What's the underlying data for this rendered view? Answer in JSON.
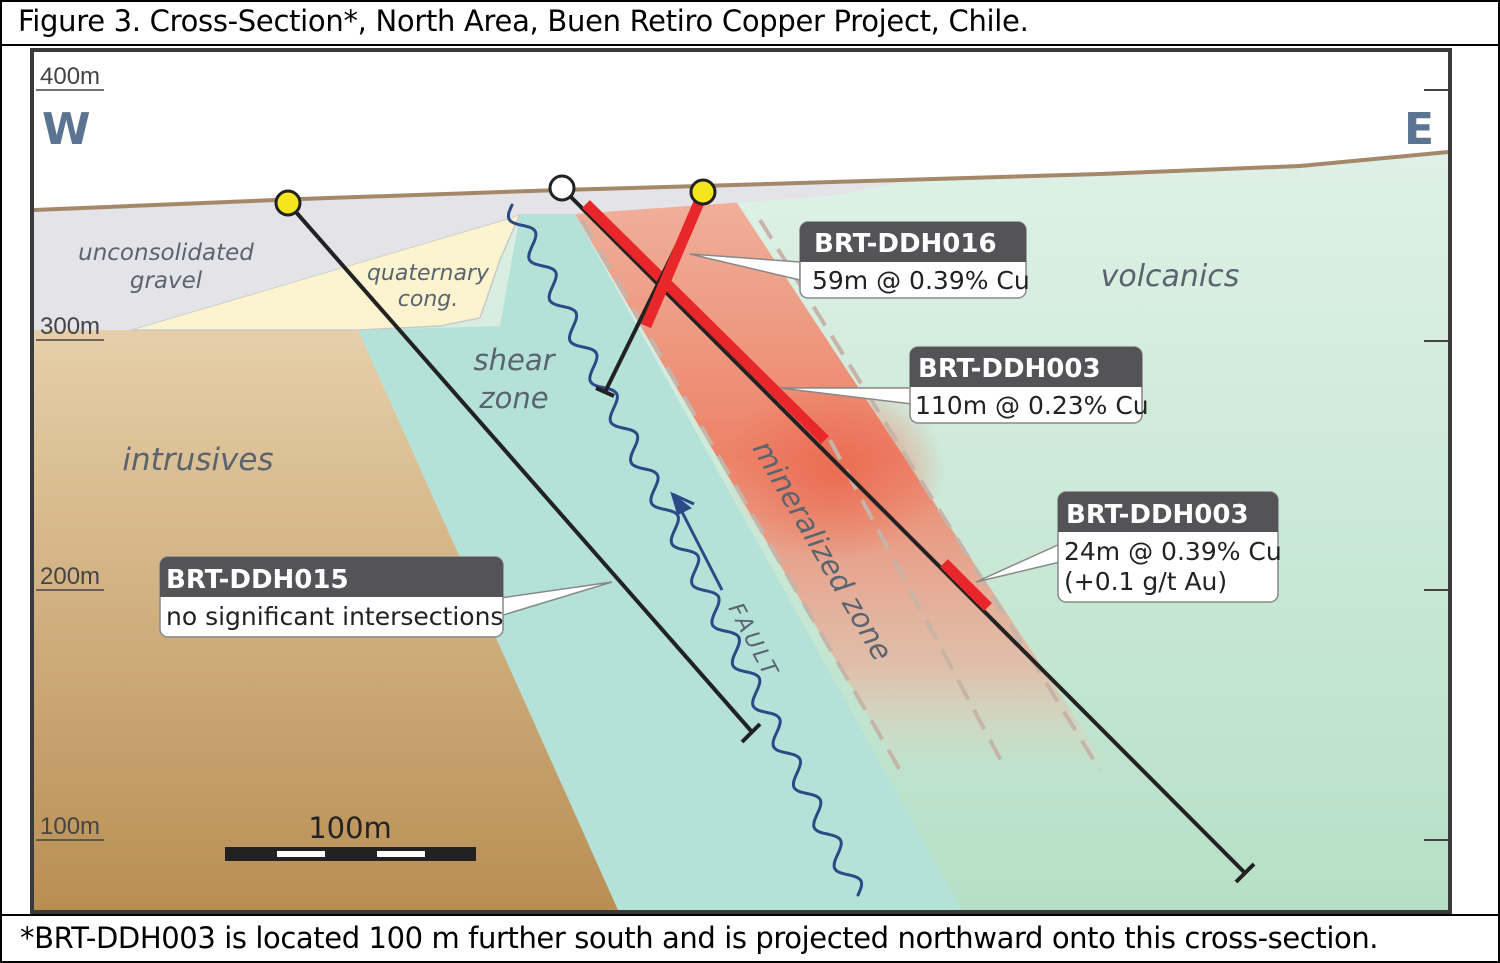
{
  "caption": "Figure 3. Cross-Section*, North Area, Buen Retiro Copper Project, Chile.",
  "footnote": "*BRT-DDH003 is located 100 m further south and is projected northward onto this cross-section.",
  "orientation": {
    "west": "W",
    "east": "E"
  },
  "elevations": [
    "400m",
    "300m",
    "200m",
    "100m"
  ],
  "units": {
    "gravel": [
      "unconsolidated",
      "gravel"
    ],
    "quaternary": [
      "quaternary",
      "cong."
    ],
    "shear": [
      "shear",
      "zone"
    ],
    "intrusives": "intrusives",
    "volcanics": "volcanics",
    "mineralized": "mineralized zone",
    "fault": "FAULT"
  },
  "callouts": {
    "ddh016": {
      "hole": "BRT-DDH016",
      "result": "59m @ 0.39% Cu"
    },
    "ddh003a": {
      "hole": "BRT-DDH003",
      "result": "110m @ 0.23% Cu"
    },
    "ddh003b": {
      "hole": "BRT-DDH003",
      "result": "24m @ 0.39% Cu",
      "result2": "(+0.1 g/t Au)"
    },
    "ddh015": {
      "hole": "BRT-DDH015",
      "result": "no significant intersections"
    }
  },
  "scale_bar": {
    "label": "100m"
  },
  "colors": {
    "intrusives": "#c9a36c",
    "volcanics": "#cde9d8",
    "shear_zone": "#b4e2d9",
    "gravel": "#e3e3e8",
    "quaternary": "#fbf4cf",
    "mineralized": "#f08468",
    "intersection": "#e8272a",
    "collar_yellow": "#f5e51c",
    "label_dark": "#545458"
  }
}
